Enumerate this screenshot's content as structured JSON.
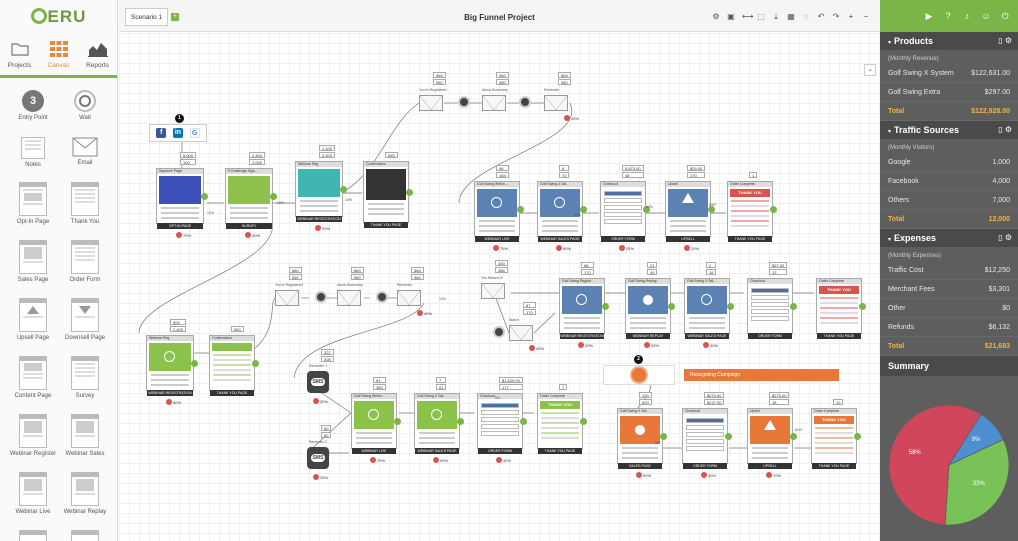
{
  "brand": {
    "logo_text": "ERU"
  },
  "left_tabs": [
    {
      "label": "Projects",
      "icon": "folder-icon"
    },
    {
      "label": "Canvas",
      "icon": "grid-icon"
    },
    {
      "label": "Reports",
      "icon": "chart-icon"
    }
  ],
  "palette": [
    {
      "label": "Entry Point",
      "icon": "entry-point-icon",
      "glyph": "3"
    },
    {
      "label": "Wait",
      "icon": "stopwatch-icon"
    },
    {
      "label": "Notes",
      "icon": "notes-icon"
    },
    {
      "label": "Email",
      "icon": "envelope-icon"
    },
    {
      "label": "Opt-In Page",
      "icon": "optin-page-icon"
    },
    {
      "label": "Thank You",
      "icon": "thank-you-page-icon"
    },
    {
      "label": "Sales Page",
      "icon": "sales-page-icon"
    },
    {
      "label": "Order Form",
      "icon": "order-form-icon"
    },
    {
      "label": "Upsell Page",
      "icon": "upsell-page-icon"
    },
    {
      "label": "Downsell Page",
      "icon": "downsell-page-icon"
    },
    {
      "label": "Content Page",
      "icon": "content-page-icon"
    },
    {
      "label": "Survey",
      "icon": "survey-icon"
    },
    {
      "label": "Webinar Register",
      "icon": "webinar-register-icon"
    },
    {
      "label": "Webinar Sales",
      "icon": "webinar-sales-icon"
    },
    {
      "label": "Webinar Live",
      "icon": "webinar-live-icon"
    },
    {
      "label": "Webinar Replay",
      "icon": "webinar-replay-icon"
    }
  ],
  "toolbar": {
    "scenario_tab": "Scenario 1",
    "add_label": "+",
    "project_title": "Big Funnel Project",
    "tools": [
      "⚙",
      "▣",
      "⟷",
      "⬚",
      "⤓",
      "▦",
      "◌",
      "↶",
      "↷",
      "+",
      "−"
    ]
  },
  "canvas": {
    "badges": [
      "1",
      "2"
    ],
    "retargeting_label": "Retargeting Campaign",
    "sms_label": "SMS",
    "nodes": {
      "squeeze": {
        "title": "Squeeze Page",
        "label": "OPT-IN PAGE",
        "stats": [
          "5,000",
          "100"
        ],
        "pct": "70%"
      },
      "challenge": {
        "title": "5 Challenge Sign...",
        "label": "SURVEY",
        "stats": [
          "2,400",
          "2,000"
        ],
        "pct": "40%"
      },
      "webinar_reg": {
        "title": "Webinar Reg",
        "label": "WEBINAR REGISTRATION",
        "stats": [
          "1,100",
          "2,400"
        ],
        "pct": "20%"
      },
      "confirm1": {
        "title": "Confirmation",
        "label": "THANK YOU PAGE",
        "stats": [
          "660"
        ]
      },
      "wr2": {
        "title": "Webinar Reg",
        "label": "WEBINAR REGISTRATION",
        "stats": [
          "900",
          "2,400"
        ],
        "pct": "60%"
      },
      "confirm2": {
        "title": "Confirmation",
        "label": "THANK YOU PAGE",
        "stats": [
          "560"
        ]
      },
      "gs_webinar": {
        "title": "Golf Swing Webin...",
        "label": "WEBINAR LIVE",
        "stats": [
          "96",
          "184"
        ],
        "pct": "75%"
      },
      "gs_sales": {
        "title": "Golf Swing X Sal...",
        "label": "WEBINAR SALES PAGE",
        "stats": [
          "8",
          "72"
        ],
        "pct": "90%"
      },
      "checkout1": {
        "title": "Checkout",
        "label": "ORDER FORM",
        "stats": [
          "5,873.00",
          "48"
        ],
        "pct": "25%"
      },
      "upsell1": {
        "title": "Upsell",
        "label": "UPSELL",
        "stats": [
          "$25.00",
          "170"
        ],
        "pct": "20%"
      },
      "ty1": {
        "title": "Order Complete",
        "label": "THANK YOU PAGE",
        "stats": [
          "1"
        ],
        "page_text": "THANK YOU"
      },
      "gs_reg": {
        "title": "Golf Swing Registr...",
        "label": "WEBINAR REGISTRATION",
        "stats": [
          "88",
          "170"
        ],
        "pct": "20%"
      },
      "gs_replay": {
        "title": "Golf Swing Replay",
        "label": "WEBINAR REPLAY",
        "stats": [
          "21",
          "49"
        ],
        "pct": "25%"
      },
      "gs_sales2": {
        "title": "Golf Swing X Sal...",
        "label": "WEBINAR SALES PAGE",
        "stats": [
          "2",
          "18"
        ],
        "pct": "40%"
      },
      "checkout2": {
        "title": "Checkout",
        "label": "ORDER FORM",
        "stats": [
          "$97.00",
          "12"
        ]
      },
      "ty2": {
        "title": "Order Complete",
        "label": "THANK YOU PAGE",
        "stats": [],
        "page_text": "THANK YOU"
      },
      "gs_live2": {
        "title": "Golf Swing Webin...",
        "label": "WEBINAR LIVE",
        "stats": [
          "91",
          "380"
        ],
        "pct": "75%"
      },
      "gs_sales3": {
        "title": "Golf Swing X Sal...",
        "label": "WEBINAR SALES PAGE",
        "stats": [
          "7",
          "61"
        ],
        "pct": "90%"
      },
      "checkout3": {
        "title": "Checkout",
        "label": "ORDER FORM",
        "stats": [
          "$1,629.00",
          "177"
        ],
        "pct": "40%"
      },
      "ty3": {
        "title": "Order Complete",
        "label": "THANK YOU PAGE",
        "stats": [
          "7"
        ],
        "page_text": "THANK YOU"
      },
      "gs_sp": {
        "title": "Golf Swing X Sal...",
        "label": "SALES PAGE",
        "stats": [
          "100",
          "620"
        ],
        "pct": "90%"
      },
      "checkout4": {
        "title": "Checkout",
        "label": "ORDER FORM",
        "stats": [
          "$270.00",
          "$227.00"
        ],
        "pct": "40%"
      },
      "upsell4": {
        "title": "Upsell",
        "label": "UPSELL",
        "stats": [
          "$275.00",
          "18"
        ],
        "pct": "70%"
      },
      "ty4": {
        "title": "Order Complete",
        "label": "THANK YOU PAGE",
        "stats": [
          "10"
        ],
        "page_text": "THANK YOU"
      }
    },
    "emails": [
      {
        "label": "You're Registered",
        "stats": [
          "960",
          "980"
        ]
      },
      {
        "label": "About Bootcamp",
        "stats": [
          "960",
          "980"
        ]
      },
      {
        "label": "Reminder",
        "stats": [
          "554",
          "980"
        ],
        "pct": "40%"
      },
      {
        "label": "You're Registered",
        "stats": [
          "660",
          "560"
        ]
      },
      {
        "label": "About Bootcamp",
        "stats": [
          "660",
          "560"
        ]
      },
      {
        "label": "Reminder",
        "stats": [
          "584",
          "560"
        ],
        "pct": "40%"
      },
      {
        "label": "You Missed it!",
        "stats": [
          "400",
          "388"
        ]
      },
      {
        "label": "Watch",
        "stats": [
          "87",
          "170"
        ],
        "pct": "40%"
      }
    ],
    "sms": [
      {
        "label": "Reminder 1",
        "stats": [
          "322",
          "308"
        ],
        "pct": "30%"
      },
      {
        "label": "Reminder 2",
        "stats": [
          "60",
          "60"
        ],
        "pct": "25%"
      }
    ],
    "edge_labels": [
      "10%",
      "40%",
      "10%",
      "80%",
      "50%",
      "$397",
      "10%",
      "5%",
      "$97",
      "$197"
    ]
  },
  "right_panel": {
    "top_icons": [
      "video-icon",
      "help-icon",
      "bell-icon",
      "user-icon",
      "power-icon"
    ],
    "products": {
      "title": "Products",
      "sub": "(Monthly Revenue)",
      "rows": [
        {
          "name": "Golf Swing X System",
          "value": "$122,631.00"
        },
        {
          "name": "Golf Swing Extra",
          "value": "$297.00"
        }
      ],
      "total_label": "Total",
      "total_value": "$122,928.00"
    },
    "traffic": {
      "title": "Traffic Sources",
      "sub": "(Monthly Visitors)",
      "rows": [
        {
          "name": "Google",
          "value": "1,000"
        },
        {
          "name": "Facebook",
          "value": "4,000"
        },
        {
          "name": "Others",
          "value": "7,000"
        }
      ],
      "total_label": "Total",
      "total_value": "12,000"
    },
    "expenses": {
      "title": "Expenses",
      "sub": "(Monthly Expenses)",
      "rows": [
        {
          "name": "Traffic Cost",
          "value": "$12,250"
        },
        {
          "name": "Merchant Fees",
          "value": "$3,301"
        },
        {
          "name": "Other",
          "value": "$0"
        },
        {
          "name": "Refunds",
          "value": "$6,132"
        }
      ],
      "total_label": "Total",
      "total_value": "$21,683"
    },
    "summary": {
      "title": "Summary",
      "colors": [
        "#d0465a",
        "#4d8fcf",
        "#78c257"
      ]
    }
  },
  "chart_data": {
    "type": "pie",
    "title": "Summary",
    "categories": [
      "",
      "",
      ""
    ],
    "values": [
      58,
      9,
      33
    ],
    "value_labels": [
      "58%",
      "9%",
      "33%"
    ]
  }
}
